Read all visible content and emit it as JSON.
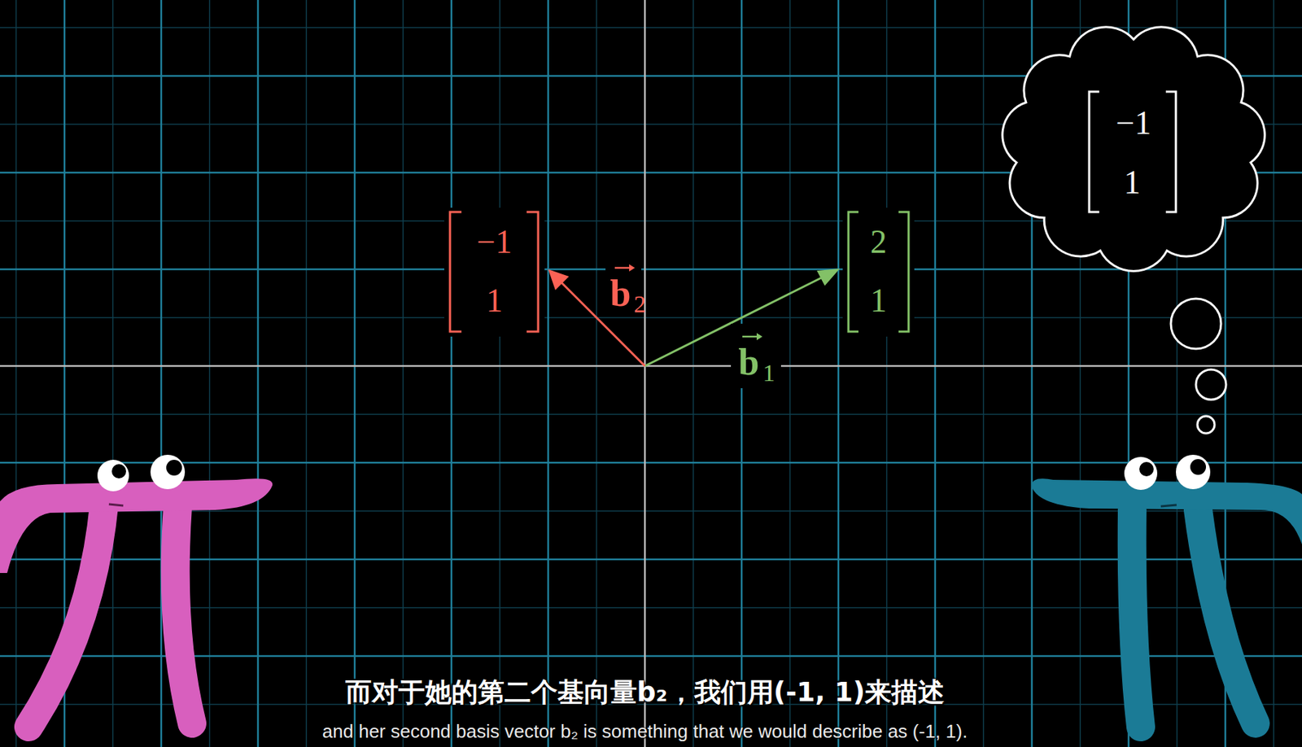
{
  "diagram": {
    "nodes": [
      {
        "text": [
          "−1",
          "1"
        ]
      }
    ],
    "labels": [
      "−1",
      "1",
      "b",
      "2",
      "2",
      "1",
      "b",
      "1",
      "而对于她的第二个基向量b₂，我们用(-1, 1)来描述",
      "and her second basis vector b₂ is something that we would describe as (-1, 1)."
    ]
  }
}
